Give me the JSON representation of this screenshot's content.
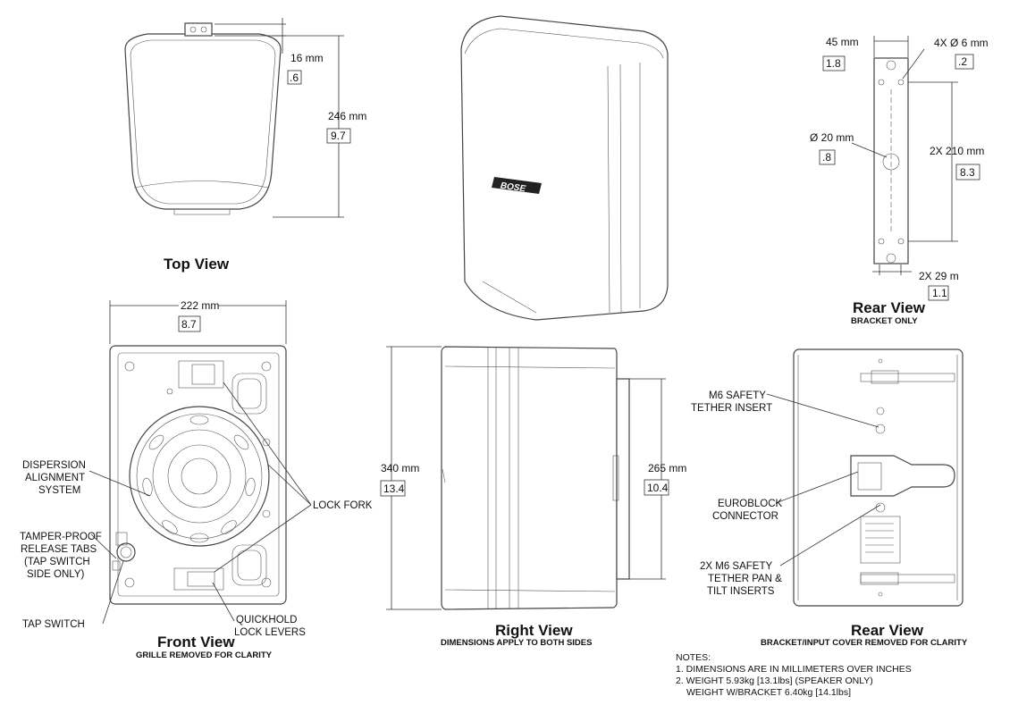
{
  "top_view": {
    "title": "Top View",
    "dim_offset_mm": "16 mm",
    "dim_offset_in": ".6",
    "dim_depth_mm": "246 mm",
    "dim_depth_in": "9.7"
  },
  "front_view": {
    "title": "Front View",
    "subtitle": "GRILLE REMOVED FOR CLARITY",
    "dim_width_mm": "222 mm",
    "dim_width_in": "8.7",
    "callouts": {
      "dispersion": [
        "DISPERSION",
        "ALIGNMENT",
        "SYSTEM"
      ],
      "tamper": [
        "TAMPER-PROOF",
        "RELEASE TABS",
        "(TAP SWITCH",
        "SIDE ONLY)"
      ],
      "tap_switch": "TAP SWITCH",
      "lock_fork": "LOCK FORK",
      "quickhold": [
        "QUICKHOLD",
        "LOCK LEVERS"
      ]
    }
  },
  "right_view": {
    "title": "Right View",
    "subtitle": "DIMENSIONS APPLY TO BOTH SIDES",
    "dim_height_mm": "340 mm",
    "dim_height_in": "13.4",
    "dim_bracket_mm": "265 mm",
    "dim_bracket_in": "10.4"
  },
  "rear_bracket": {
    "title": "Rear View",
    "subtitle": "BRACKET ONLY",
    "dim_width_mm": "45 mm",
    "dim_width_in": "1.8",
    "dim_holes": "4X Ø 6 mm",
    "dim_holes_in": ".2",
    "dim_center_hole": "Ø 20 mm",
    "dim_center_hole_in": ".8",
    "dim_spacing": "2X 210 mm",
    "dim_spacing_in": "8.3",
    "dim_bottom": "2X 29 m",
    "dim_bottom_in": "1.1"
  },
  "rear_view": {
    "title": "Rear View",
    "subtitle": "BRACKET/INPUT COVER REMOVED FOR CLARITY",
    "callouts": {
      "m6_tether": [
        "M6 SAFETY",
        "TETHER INSERT"
      ],
      "euroblock": [
        "EUROBLOCK",
        "CONNECTOR"
      ],
      "pan_tilt": [
        "2X M6 SAFETY",
        "TETHER PAN &",
        "TILT INSERTS"
      ]
    }
  },
  "notes": {
    "heading": "NOTES:",
    "lines": [
      "1. DIMENSIONS ARE IN MILLIMETERS OVER INCHES",
      "2. WEIGHT 5.93kg [13.1lbs] (SPEAKER ONLY)",
      "WEIGHT W/BRACKET 6.40kg [14.1lbs]"
    ]
  },
  "logo_text": "BOSE"
}
